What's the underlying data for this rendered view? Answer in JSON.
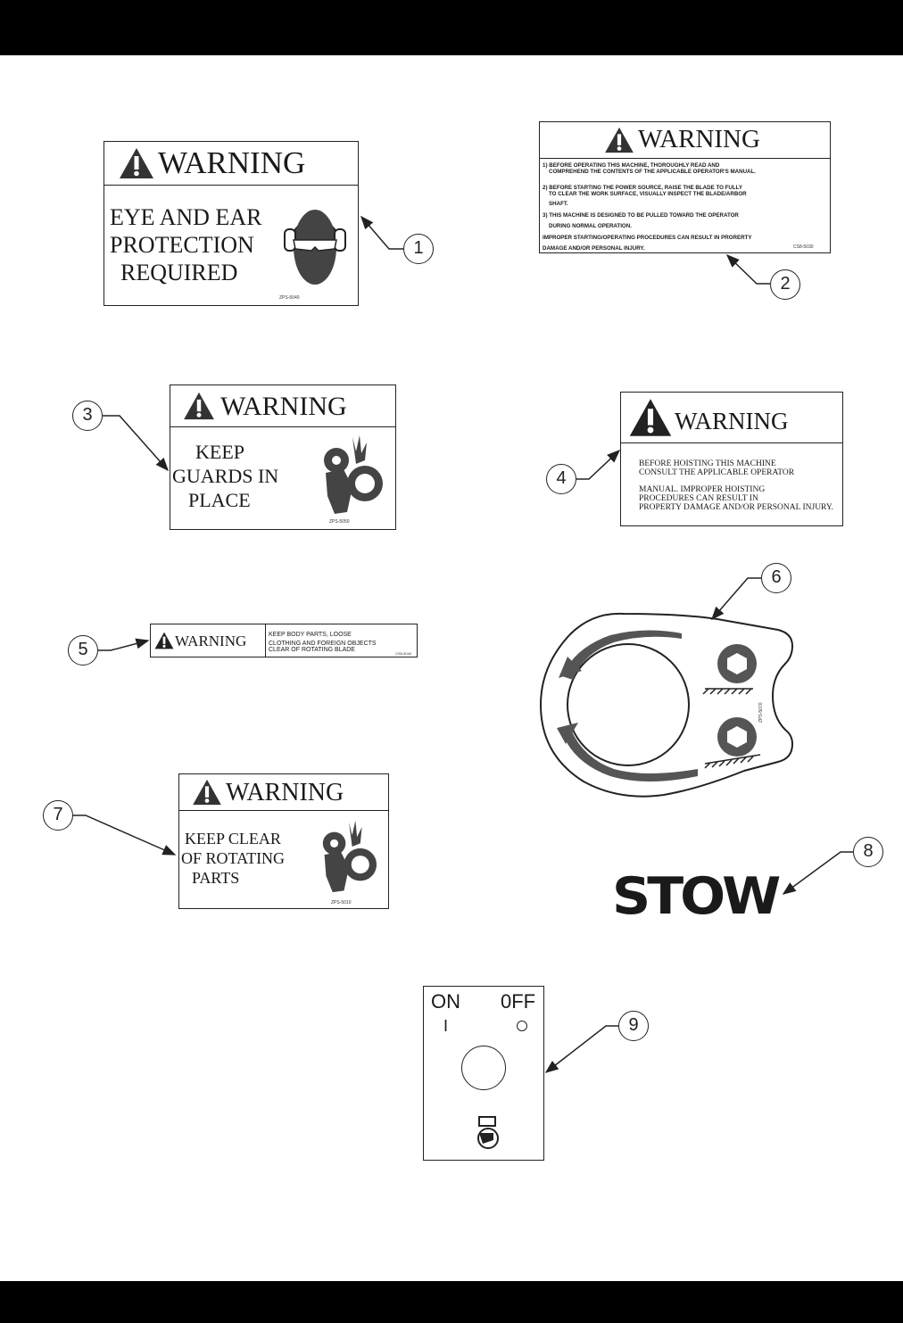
{
  "colors": {
    "bar": "#000000",
    "ink": "#1a1a1a",
    "paper": "#ffffff"
  },
  "decals": {
    "d1": {
      "callout": "1",
      "title": "WARNING",
      "lines": [
        "EYE AND EAR",
        "PROTECTION",
        "REQUIRED"
      ],
      "code": "ZPS-5040",
      "icon": "head-with-eye-and-ear-protection-icon"
    },
    "d2": {
      "callout": "2",
      "title": "WARNING",
      "lines": [
        "1) BEFORE OPERATING THIS MACHINE, THOROUGHLY READ AND",
        "COMPREHEND THE CONTENTS OF THE APPLICABLE OPERATOR'S MANUAL.",
        "2) BEFORE STARTING THE POWER SOURCE, RAISE THE BLADE TO FULLY",
        "TO CLEAR THE WORK SURFACE, VISUALLY INSPECT THE BLADE/ARBOR",
        "SHAFT.",
        "3) THIS MACHINE IS DESIGNED TO BE PULLED TOWARD THE OPERATOR",
        "DURING NORMAL OPERATION.",
        "IMPROPER STARTING/OPERATING PROCEDURES CAN RESULT IN PRORERTY",
        "DAMAGE AND/OR PERSONAL INJURY."
      ],
      "code": "CS8-5030"
    },
    "d3": {
      "callout": "3",
      "title": "WARNING",
      "lines": [
        "KEEP",
        "GUARDS IN",
        "PLACE"
      ],
      "code": "ZPS-5050",
      "icon": "hand-in-gears-icon"
    },
    "d4": {
      "callout": "4",
      "title": "WARNING",
      "lines": [
        "BEFORE HOISTING THIS MACHINE",
        "CONSULT THE APPLICABLE OPERATOR",
        "MANUAL. IMPROPER HOISTING",
        "PROCEDURES CAN RESULT IN",
        "PROPERTY DAMAGE AND/OR PERSONAL INJURY."
      ]
    },
    "d5": {
      "callout": "5",
      "title": "WARNING",
      "lines": [
        "KEEP BODY PARTS, LOOSE",
        "CLOTHING AND FOREIGN OBJECTS",
        "CLEAR OF ROTATING BLADE"
      ],
      "code": "CS8-5040"
    },
    "d6": {
      "callout": "6",
      "code": "ZPS-5070",
      "icon": "blade-rotation-direction-icon"
    },
    "d7": {
      "callout": "7",
      "title": "WARNING",
      "lines": [
        "KEEP CLEAR",
        "OF ROTATING",
        "PARTS"
      ],
      "code": "ZPS-5010",
      "icon": "hand-in-gears-icon"
    },
    "d8": {
      "callout": "8",
      "text": "STOW"
    },
    "d9": {
      "callout": "9",
      "on": "ON",
      "off": "0FF",
      "on_mark": "I",
      "icon": "key-switch-icon"
    }
  }
}
